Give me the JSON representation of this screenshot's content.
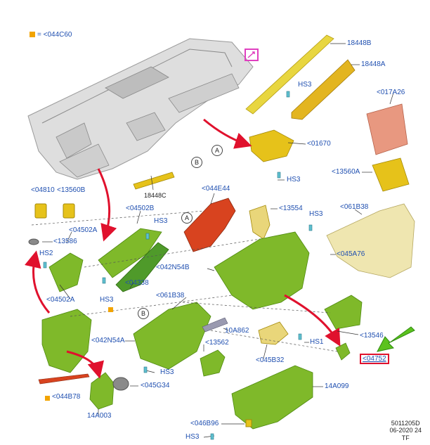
{
  "legend": {
    "text": "= <044C60",
    "marker_color": "#f2a400"
  },
  "labels": {
    "l18448B": "18448B",
    "l18448A": "18448A",
    "lHS3a": "HS3",
    "l017A26": "<017A26",
    "l01670": "<01670",
    "lHS3b": "HS3",
    "l13560A": "<13560A",
    "l18448C": "18448C",
    "l04810": "<04810",
    "l13560B": "<13560B",
    "l044E44": "<044E44",
    "l13554": "<13554",
    "lHS3c": "HS3",
    "l061B38a": "<061B38",
    "l04502B": "<04502B",
    "lHS3d": "HS3",
    "l04502A_top": "<04502A",
    "l13586": "<13586",
    "lHS2": "HS2",
    "l045A76": "<045A76",
    "l042N54B": "<042N54B",
    "l04338": "<04338",
    "l04502A_bot": "<04502A",
    "lHS3e": "HS3",
    "l061B38b": "<061B38",
    "l10A862": "10A862",
    "l13546": "<13546",
    "l042N54A": "<042N54A",
    "l13562": "<13562",
    "lHS1": "HS1",
    "l045B32": "<045B32",
    "l04752": "<04752",
    "lHS3f": "HS3",
    "l044B78": "<044B78",
    "l045G34": "<045G34",
    "l14A099": "14A099",
    "l14A003": "14A003",
    "l046B96": "<046B96",
    "lHS3g": "HS3"
  },
  "circles": {
    "a1": "A",
    "b1": "B",
    "a2": "A",
    "b2": "B"
  },
  "stamp": {
    "line1": "5011205D",
    "line2": "06-2020 24",
    "line3": "TF"
  },
  "colors": {
    "green": "#7fb92a",
    "green_dark": "#4f8a10",
    "yellow": "#e8c21e",
    "orange_red": "#d8431f",
    "pink": "#e89880",
    "cream": "#efe6b0",
    "grey": "#d6d6d6",
    "arrow_red": "#e0112d",
    "pointer_green": "#5cc21e"
  }
}
